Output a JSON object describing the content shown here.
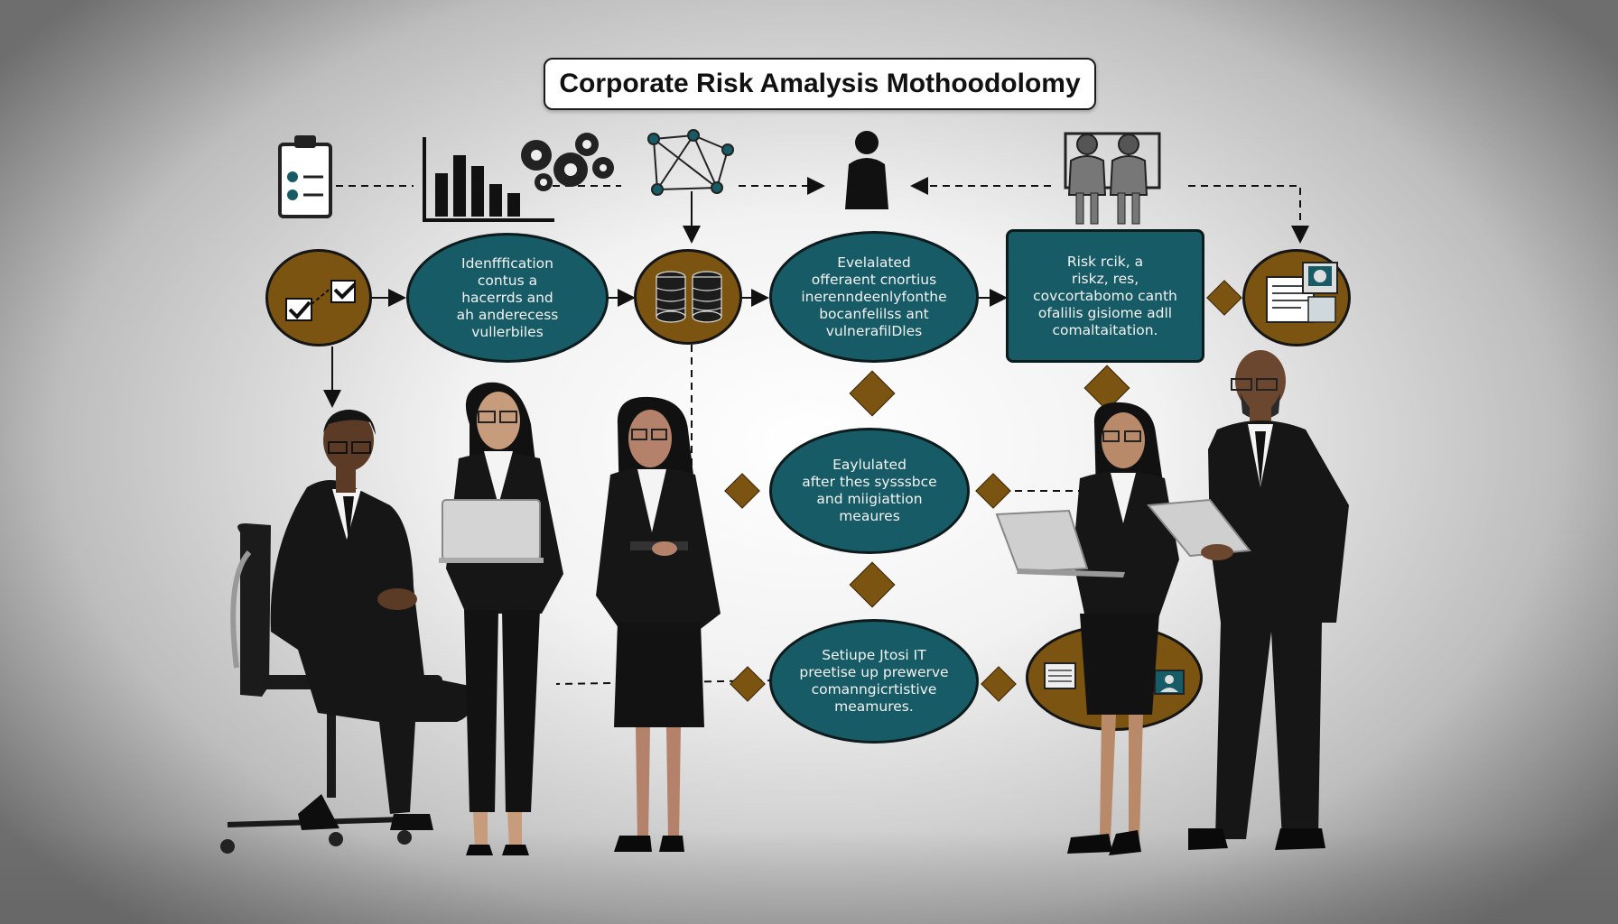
{
  "title": "Corporate  Risk  Amalysis Mothoodolomy",
  "nodes": {
    "identification": "Idenfffication\ncontus a\nhacerrds and\nah anderecess\nvullerbiles",
    "evaluated_top": "Evelalated\nofferaent cnortius\ninerenndeenlyfonthe\nbocanfelilss ant\nvulnerafilDles",
    "risk_box": "Risk rcik, a\nriskz, res,\ncovcortabomo canth\nofalilis gisiome adll\ncomaltaitation.",
    "evaluated_mid": "Eaylulated\nafter thes sysssbce\nand miigiattion\nmeaures",
    "setup": "Setiupe Jtosi IT\npreetise up prewerve\ncomanngicrtistive\nmeamures."
  },
  "icons": [
    "clipboard-icon",
    "bar-chart-icon",
    "gears-icon",
    "network-icon",
    "person-icon",
    "presenters-icon",
    "checkbox-icon",
    "database-icon",
    "document-monitor-icon",
    "desk-screens-icon"
  ],
  "colors": {
    "teal": "#175b66",
    "brown": "#7a5410",
    "outline": "#0d1b1d",
    "suit": "#161616"
  }
}
